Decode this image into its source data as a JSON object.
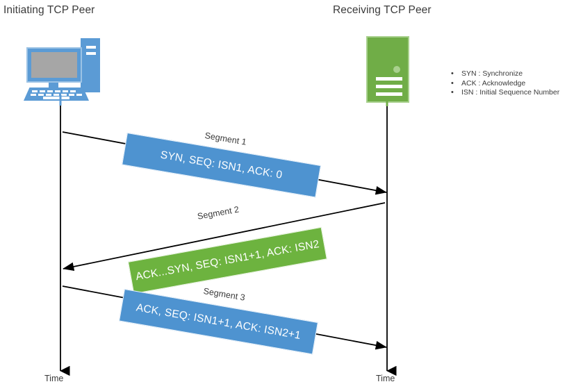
{
  "titles": {
    "initiating": "Initiating TCP Peer",
    "receiving": "Receiving TCP Peer"
  },
  "legend": {
    "bullet": "•",
    "items": [
      "SYN : Synchronize",
      "ACK : Acknowledge",
      "ISN : Initial Sequence Number"
    ]
  },
  "timeline": {
    "left_label": "Time",
    "right_label": "Time"
  },
  "segments": [
    {
      "caption": "Segment 1",
      "text": "SYN, SEQ: ISN1, ACK: 0",
      "color": "#4E93D0",
      "direction": "left-to-right"
    },
    {
      "caption": "Segment 2",
      "text": "ACK...SYN, SEQ: ISN1+1, ACK: ISN2",
      "color": "#6DB33F",
      "direction": "right-to-left"
    },
    {
      "caption": "Segment 3",
      "text": "ACK, SEQ: ISN1+1, ACK: ISN2+1",
      "color": "#4E93D0",
      "direction": "left-to-right"
    }
  ],
  "icons": {
    "initiating_peer": "desktop-computer-icon",
    "receiving_peer": "server-icon"
  },
  "colors": {
    "blue": "#4E93D0",
    "blue_light": "#5B9BD5",
    "green": "#70AD47",
    "green_bar": "#6DB33F",
    "green_light": "#A9D18E",
    "screen_gray": "#A6A6A6",
    "line": "#000000",
    "text": "#3A3A3A",
    "background": "#FFFFFF"
  }
}
